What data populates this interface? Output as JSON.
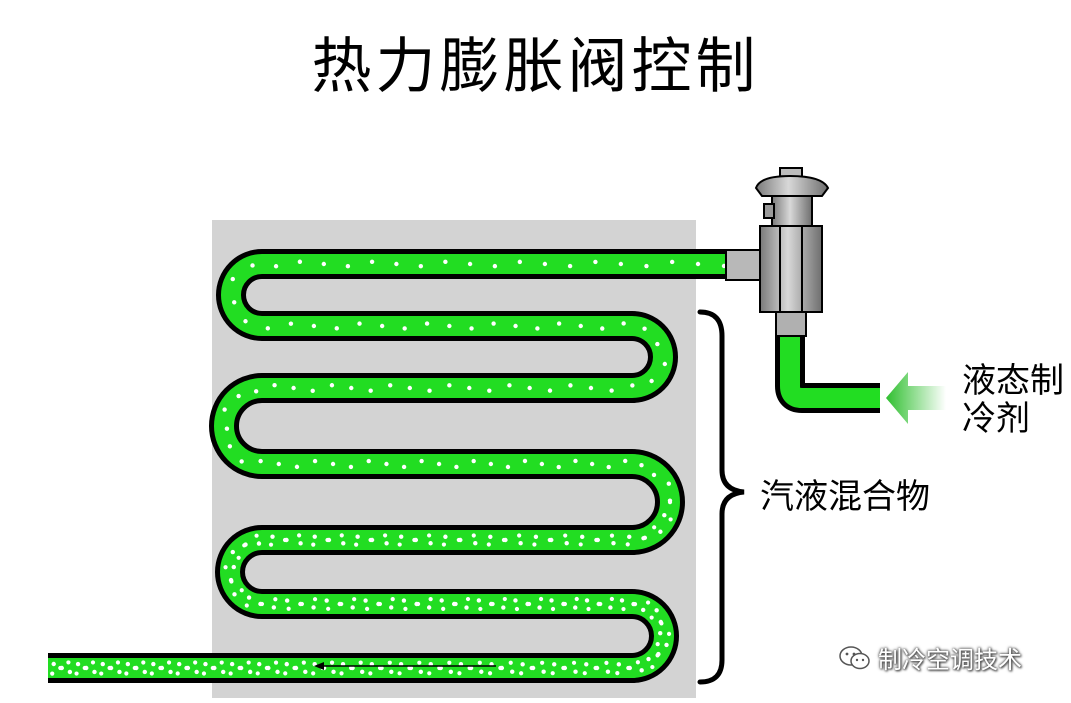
{
  "title": "热力膨胀阀控制",
  "labels": {
    "liquid_refrigerant_line1": "液态制",
    "liquid_refrigerant_line2": "冷剂",
    "vapor_liquid_mixture": "汽液混合物"
  },
  "watermark": {
    "text": "制冷空调技术",
    "icon": "wechat-icon"
  },
  "colors": {
    "refrigerant_green": "#22dd22",
    "tube_outline": "#000000",
    "evaporator_panel": "#d3d3d3",
    "valve_body": "#a8a8a8",
    "arrow_green": "#3ec43e"
  }
}
